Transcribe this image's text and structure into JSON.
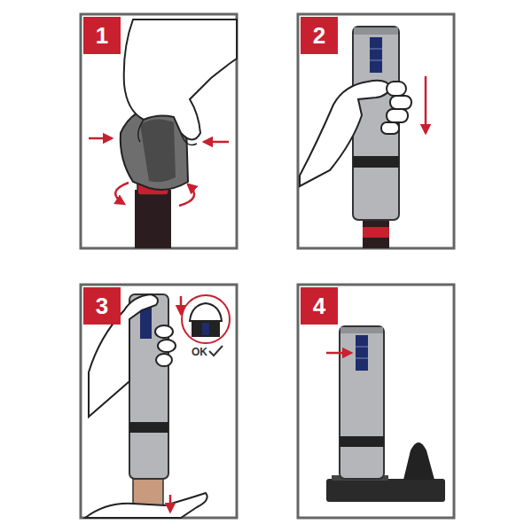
{
  "diagram": {
    "nodes": [
      {
        "text": [
          "1"
        ]
      },
      {
        "text": [
          "2"
        ]
      },
      {
        "text": [
          "3"
        ]
      },
      {
        "text": [
          "4"
        ]
      }
    ],
    "labels": [
      "OK"
    ]
  }
}
